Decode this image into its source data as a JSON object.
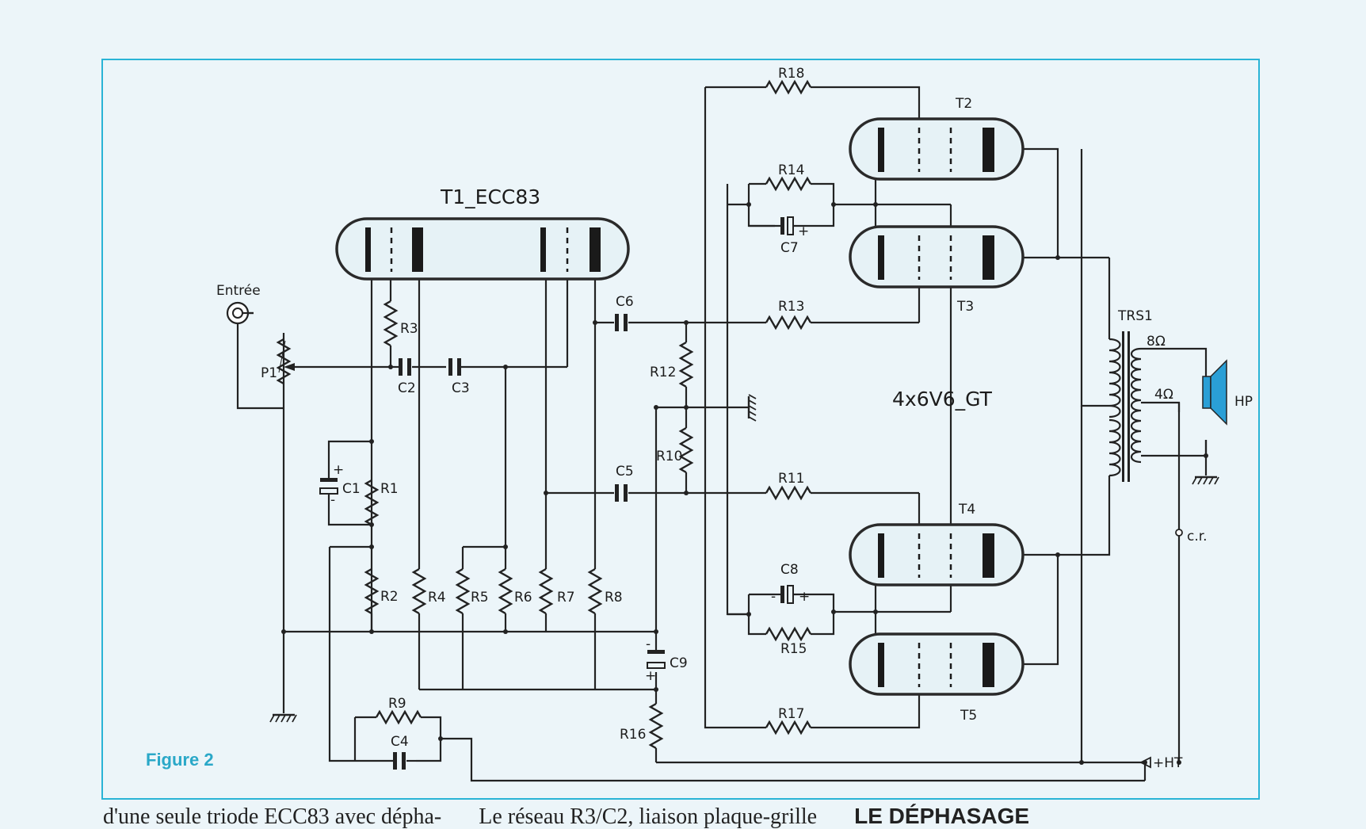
{
  "figure_caption": "Figure 2",
  "labels": {
    "t1": "T1_ECC83",
    "t2": "T2",
    "t3": "T3",
    "t4": "T4",
    "t5": "T5",
    "tubes_note": "4x6V6_GT",
    "trs1": "TRS1",
    "input": "Entrée",
    "p1": "P1",
    "r1": "R1",
    "r2": "R2",
    "r3": "R3",
    "r4": "R4",
    "r5": "R5",
    "r6": "R6",
    "r7": "R7",
    "r8": "R8",
    "r9": "R9",
    "r10": "R10",
    "r11": "R11",
    "r12": "R12",
    "r13": "R13",
    "r14": "R14",
    "r15": "R15",
    "r16": "R16",
    "r17": "R17",
    "r18": "R18",
    "c1": "C1",
    "c2": "C2",
    "c3": "C3",
    "c4": "C4",
    "c5": "C5",
    "c6": "C6",
    "c7": "C7",
    "c8": "C8",
    "c9": "C9",
    "ohm8": "8Ω",
    "ohm4": "4Ω",
    "hp": "HP",
    "cr": "c.r.",
    "ht": "+HT",
    "plus": "+",
    "minus": "-"
  },
  "bottom_text": {
    "col1": "d'une seule triode ECC83 avec dépha-",
    "col2": "Le réseau R3/C2, liaison plaque-grille",
    "col3": "LE DÉPHASAGE"
  },
  "colors": {
    "frame": "#2ab4d6",
    "caption": "#2aa8c8",
    "speaker": "#2a9fd6",
    "background": "#ecf5f9"
  }
}
